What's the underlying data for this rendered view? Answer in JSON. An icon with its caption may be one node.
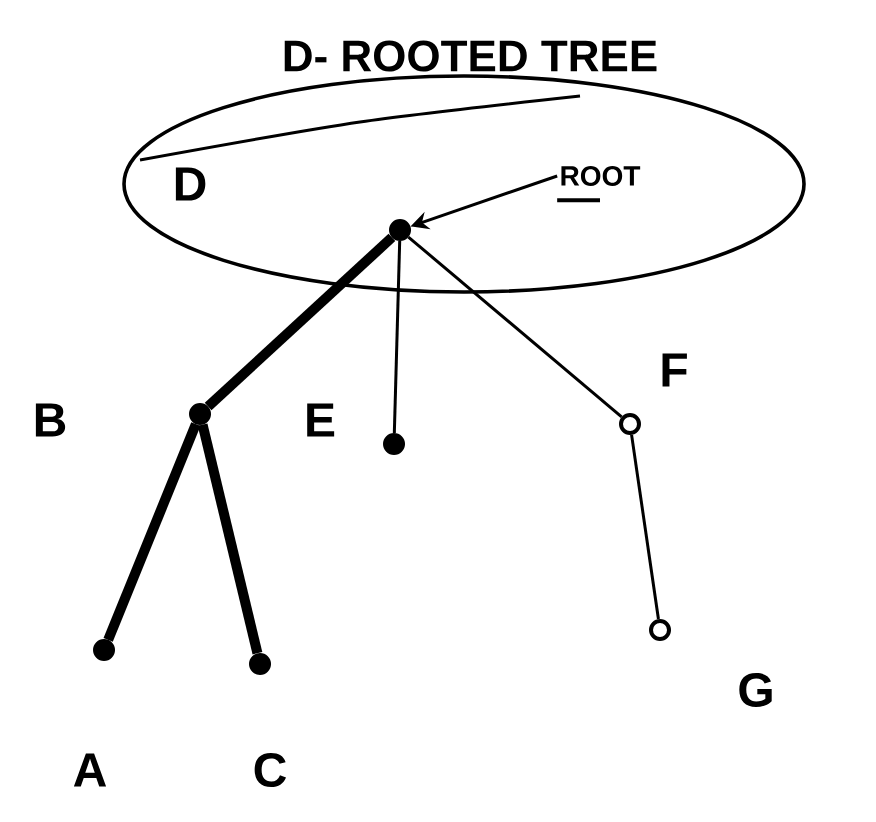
{
  "diagram": {
    "title": "D- ROOTED TREE",
    "nodes": [
      {
        "text": [],
        "shape": "ellipse"
      },
      {
        "text": [],
        "shape": "circle",
        "beside": [
          "D"
        ],
        "in": 0
      },
      {
        "text": [
          "ROOT"
        ],
        "in": 0
      },
      {
        "text": [],
        "shape": "circle",
        "beside": [
          "B"
        ]
      },
      {
        "text": [],
        "shape": "circle",
        "beside": [
          "E"
        ]
      },
      {
        "text": [],
        "shape": "circle",
        "beside": [
          "F"
        ]
      },
      {
        "text": [],
        "shape": "circle",
        "beside": [
          "A"
        ]
      },
      {
        "text": [],
        "shape": "circle",
        "beside": [
          "C"
        ]
      },
      {
        "text": [],
        "shape": "circle",
        "beside": [
          "G"
        ]
      }
    ],
    "edges": [
      {
        "from": 2,
        "to": 1,
        "arrow": "to"
      },
      {
        "from": 1,
        "to": 3,
        "arrow": "none",
        "style": "thick"
      },
      {
        "from": 1,
        "to": 4,
        "arrow": "none"
      },
      {
        "from": 1,
        "to": 5,
        "arrow": "none"
      },
      {
        "from": 3,
        "to": 6,
        "arrow": "none",
        "style": "thick"
      },
      {
        "from": 3,
        "to": 7,
        "arrow": "none",
        "style": "thick"
      },
      {
        "from": 5,
        "to": 8,
        "arrow": "none"
      }
    ]
  }
}
